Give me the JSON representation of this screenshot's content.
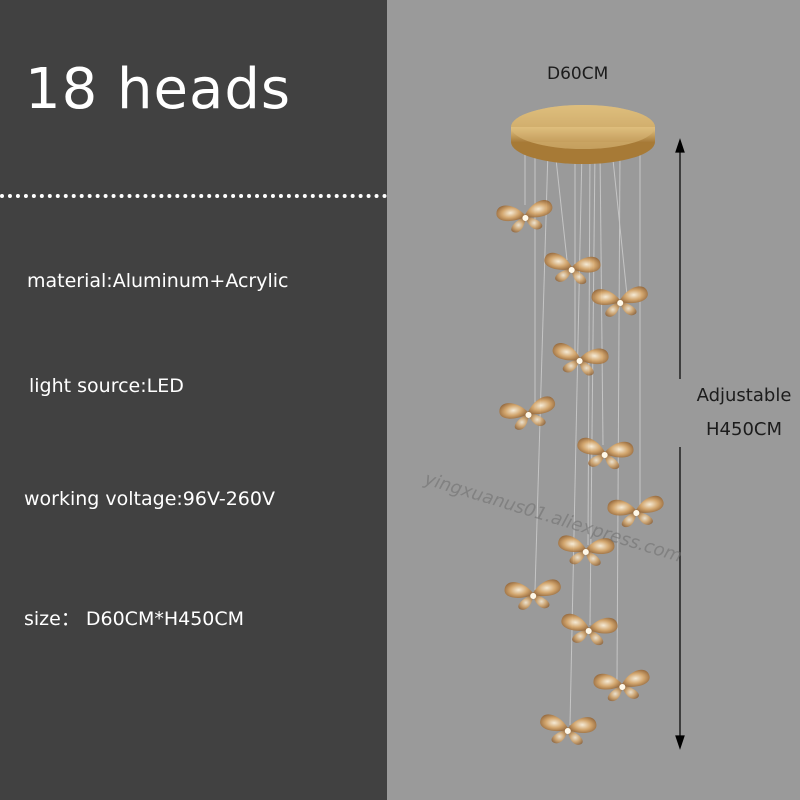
{
  "title": "18 heads",
  "specs": {
    "material": "material:Aluminum+Acrylic",
    "light_source": "light source:LED",
    "voltage": "working voltage:96V-260V",
    "size": "size： D60CM*H450CM"
  },
  "dimensions": {
    "diameter": "D60CM",
    "adjustable": "Adjustable",
    "height": "H450CM"
  },
  "watermark": "yingxuanus01.aliexpress.com",
  "colors": {
    "left_panel": "#414141",
    "right_panel": "#9a9a9a",
    "canopy_gold": "#c9a25a",
    "butterfly_amber": "#c8925a"
  }
}
